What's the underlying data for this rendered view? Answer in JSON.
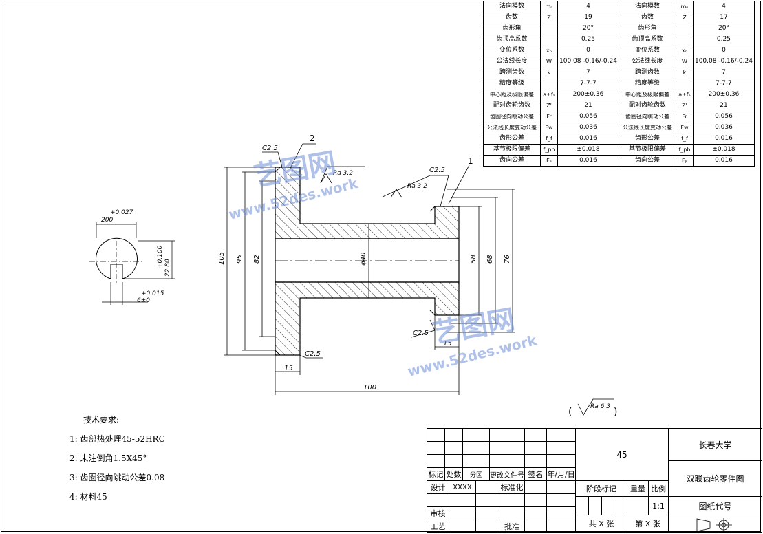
{
  "parameter_table": {
    "left": [
      {
        "name": "法向模数",
        "symbol": "mₙ",
        "value": "4"
      },
      {
        "name": "齿数",
        "symbol": "Z",
        "value": "19"
      },
      {
        "name": "齿形角",
        "symbol": "",
        "value": "20°"
      },
      {
        "name": "齿顶高系数",
        "symbol": "",
        "value": "0.25"
      },
      {
        "name": "变位系数",
        "symbol": "xₙ",
        "value": "0"
      },
      {
        "name": "公法线长度",
        "symbol": "W",
        "value": "100.08 -0.16/-0.24"
      },
      {
        "name": "跨测齿数",
        "symbol": "k",
        "value": "7"
      },
      {
        "name": "精度等级",
        "symbol": "",
        "value": "7-7-7"
      },
      {
        "name": "中心距及极限偏差",
        "symbol": "a±fₐ",
        "value": "200±0.36"
      },
      {
        "name": "配对齿轮齿数",
        "symbol": "Z'",
        "value": "21"
      },
      {
        "name": "齿圈径向跳动公差",
        "symbol": "Fr",
        "value": "0.056"
      },
      {
        "name": "公法线长度变动公差",
        "symbol": "Fw",
        "value": "0.036"
      },
      {
        "name": "齿形公差",
        "symbol": "f_f",
        "value": "0.016"
      },
      {
        "name": "基节极限偏差",
        "symbol": "f_pb",
        "value": "±0.018"
      },
      {
        "name": "齿向公差",
        "symbol": "Fᵦ",
        "value": "0.016"
      }
    ],
    "right": [
      {
        "name": "法向模数",
        "symbol": "mₙ",
        "value": "4"
      },
      {
        "name": "齿数",
        "symbol": "Z",
        "value": "17"
      },
      {
        "name": "齿形角",
        "symbol": "",
        "value": "20°"
      },
      {
        "name": "齿顶高系数",
        "symbol": "",
        "value": "0.25"
      },
      {
        "name": "变位系数",
        "symbol": "xₙ",
        "value": "0"
      },
      {
        "name": "公法线长度",
        "symbol": "W",
        "value": "100.08 -0.16/-0.24"
      },
      {
        "name": "跨测齿数",
        "symbol": "k",
        "value": "7"
      },
      {
        "name": "精度等级",
        "symbol": "",
        "value": "7-7-7"
      },
      {
        "name": "中心距及极限偏差",
        "symbol": "a±fₐ",
        "value": "200±0.36"
      },
      {
        "name": "配对齿轮齿数",
        "symbol": "Z'",
        "value": "21"
      },
      {
        "name": "齿圈径向跳动公差",
        "symbol": "Fr",
        "value": "0.056"
      },
      {
        "name": "公法线长度变动公差",
        "symbol": "Fw",
        "value": "0.036"
      },
      {
        "name": "齿形公差",
        "symbol": "f_f",
        "value": "0.016"
      },
      {
        "name": "基节极限偏差",
        "symbol": "f_pb",
        "value": "±0.018"
      },
      {
        "name": "齿向公差",
        "symbol": "Fᵦ",
        "value": "0.016"
      }
    ]
  },
  "drawing": {
    "dims": {
      "d105": "105",
      "d95": "95",
      "d82": "82",
      "d40": "φ40",
      "d58": "58",
      "d68": "68",
      "d76": "76",
      "len100": "100",
      "len15a": "15",
      "len15b": "15",
      "c25a": "C2.5",
      "c25b": "C2.5",
      "c25c": "C2.5",
      "c25d": "C2.5",
      "ra1": "Ra 3.2",
      "ra2": "Ra 3.2",
      "ra_general": "Ra 6.3",
      "balloon1": "1",
      "balloon2": "2"
    },
    "keyway": {
      "tol_top": "+0.027",
      "w200": "200",
      "tol_side": "+0.100",
      "h2280": "22.80",
      "tol_bottom": "+0.015",
      "w6": "6±0"
    }
  },
  "tech_requirements": {
    "title": "技术要求:",
    "items": [
      "1: 齿部热处理45-52HRC",
      "2: 未注倒角1.5X45°",
      "3: 齿圈径向跳动公差0.08",
      "4: 材料45"
    ]
  },
  "title_block": {
    "material": "45",
    "company": "长春大学",
    "part_name": "双联齿轮零件图",
    "drawing_no": "图纸代号",
    "mark": "标记",
    "count": "处数",
    "zone": "分区",
    "change_doc": "更改文件号",
    "signature": "签名",
    "date": "年/月/日",
    "design": "设计",
    "designer": "XXXX",
    "standardize": "标准化",
    "stage_mark": "阶段标记",
    "weight": "重量",
    "scale_label": "比例",
    "scale": "1:1",
    "review": "审核",
    "process": "工艺",
    "approve": "批准",
    "sheets_total": "共 X 张",
    "sheet_no": "第 X 张"
  },
  "watermark": {
    "cn": "艺图网",
    "url": "www.52des.work"
  }
}
